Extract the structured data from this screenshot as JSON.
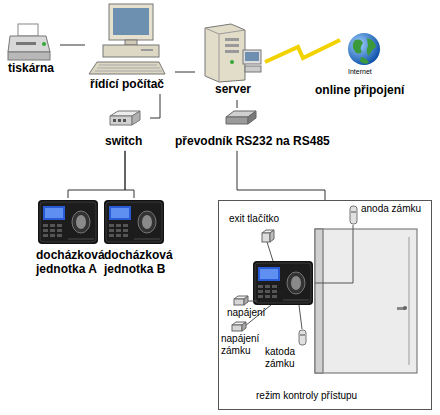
{
  "diagram": {
    "nodes": [
      {
        "text": [
          "tiskárna"
        ]
      },
      {
        "text": [
          "řídící počítač"
        ]
      },
      {
        "text": [
          "server"
        ]
      },
      {
        "text": [
          "Internet",
          "online připojení"
        ]
      },
      {
        "text": [
          "switch"
        ]
      },
      {
        "text": [
          "převodník RS232 na RS485"
        ]
      },
      {
        "text": [
          "docházková jednotka A"
        ]
      },
      {
        "text": [
          "docházková jednotka B"
        ]
      },
      {
        "text": [
          "režim kontroly přístupu"
        ]
      },
      {
        "text": [
          "exit tlačítko"
        ],
        "in": 8
      },
      {
        "text": [
          "anoda zámku"
        ],
        "in": 8
      },
      {
        "text": [
          "napájení"
        ],
        "in": 8
      },
      {
        "text": [
          "napájení zámku"
        ],
        "in": 8
      },
      {
        "text": [
          "katoda zámku"
        ],
        "in": 8
      }
    ],
    "edges": [
      {
        "from": 0,
        "to": 1,
        "arrow": "none"
      },
      {
        "from": 1,
        "to": 2,
        "arrow": "none"
      },
      {
        "from": 2,
        "to": 3,
        "arrow": "none"
      },
      {
        "from": 1,
        "to": 4,
        "arrow": "none"
      },
      {
        "from": 2,
        "to": 5,
        "arrow": "none"
      },
      {
        "from": 4,
        "to": 6,
        "arrow": "none"
      },
      {
        "from": 4,
        "to": 7,
        "arrow": "none"
      },
      {
        "from": 5,
        "to": 8,
        "arrow": "none"
      }
    ]
  }
}
